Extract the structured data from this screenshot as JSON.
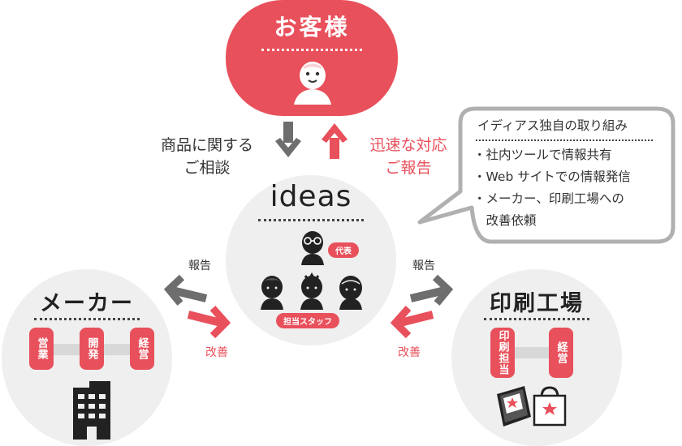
{
  "customer": {
    "title": "お客様"
  },
  "consult_label": [
    "商品に関する",
    "ご相談"
  ],
  "response_label": [
    "迅速な対応",
    "ご報告"
  ],
  "ideas": {
    "title": "ideas",
    "rep_tag": "代表",
    "staff_tag": "担当スタッフ"
  },
  "maker": {
    "title": "メーカー",
    "pills": [
      "営業",
      "開発",
      "経営"
    ]
  },
  "factory": {
    "title": "印刷工場",
    "pills": [
      "印刷担当",
      "経営"
    ]
  },
  "arrow_labels": {
    "report_left": "報告",
    "improve_left": "改善",
    "report_right": "報告",
    "improve_right": "改善"
  },
  "bubble": {
    "title": "イディアス独自の取り組み",
    "items": [
      "・社内ツールで情報共有",
      "・Web サイトでの情報発信",
      "・メーカー、印刷工場への",
      "　改善依頼"
    ]
  },
  "colors": {
    "accent": "#e8505b",
    "gray_arrow": "#6e6e6e",
    "circle_bg": "#efefef",
    "dark": "#333333"
  },
  "icons": [
    "person-icon",
    "building-icon",
    "shopping-bag-icon",
    "book-icon",
    "glasses-icon"
  ]
}
